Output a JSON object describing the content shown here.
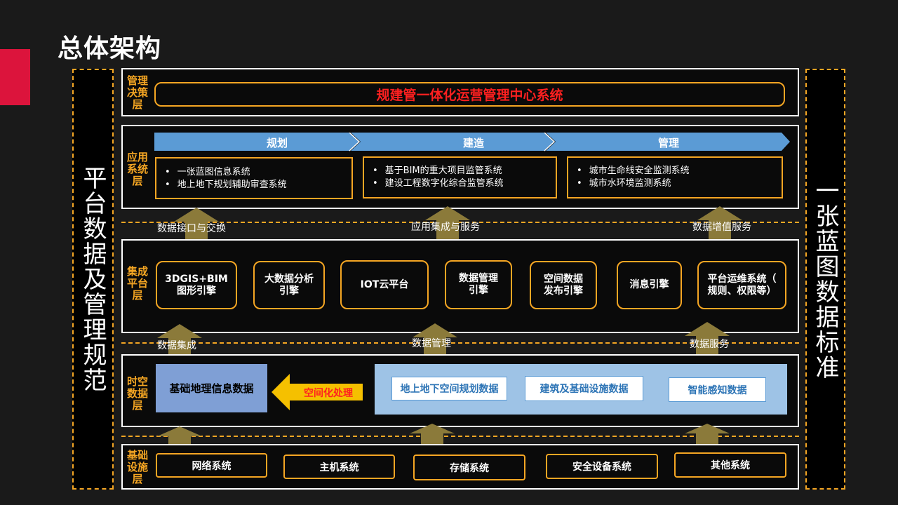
{
  "page": {
    "title": "总体架构"
  },
  "left_side": "平台数据及管理规范",
  "right_side": "一张蓝图数据标准",
  "management_layer": {
    "label": "管理决策层",
    "system": "规建管一体化运营管理中心系统"
  },
  "app_layer": {
    "label": "应用系统层",
    "phases": [
      "规划",
      "建造",
      "管理"
    ],
    "groups": [
      [
        "一张蓝图信息系统",
        "地上地下规划辅助审查系统"
      ],
      [
        "基于BIM的重大项目监管系统",
        "建设工程数字化综合监管系统"
      ],
      [
        "城市生命线安全监测系统",
        "城市水环境监测系统"
      ]
    ]
  },
  "connectors_top": [
    "数据接口与交换",
    "应用集成与服务",
    "数据增值服务"
  ],
  "integration_layer": {
    "label": "集成平台层",
    "engines": [
      "3DGIS+BIM\n图形引擎",
      "大数据分析\n引擎",
      "IOT云平台",
      "数据管理\n引擎",
      "空间数据\n发布引擎",
      "消息引擎",
      "平台运维系统（\n规则、权限等）"
    ]
  },
  "connectors_mid": [
    "数据集成",
    "数据管理",
    "数据服务"
  ],
  "spatial_layer": {
    "label": "时空数据层",
    "base_data": "基础地理信息数据",
    "process": "空间化处理",
    "datasets": [
      "地上地下空间规划数据",
      "建筑及基础设施数据",
      "智能感知数据"
    ]
  },
  "infra_layer": {
    "label": "基础设施层",
    "systems": [
      "网络系统",
      "主机系统",
      "存储系统",
      "安全设备系统",
      "其他系统"
    ]
  },
  "colors": {
    "accent": "#dc143c",
    "orange": "#f5a623",
    "blue": "#5b9bd5",
    "red_text": "#ff2020"
  }
}
